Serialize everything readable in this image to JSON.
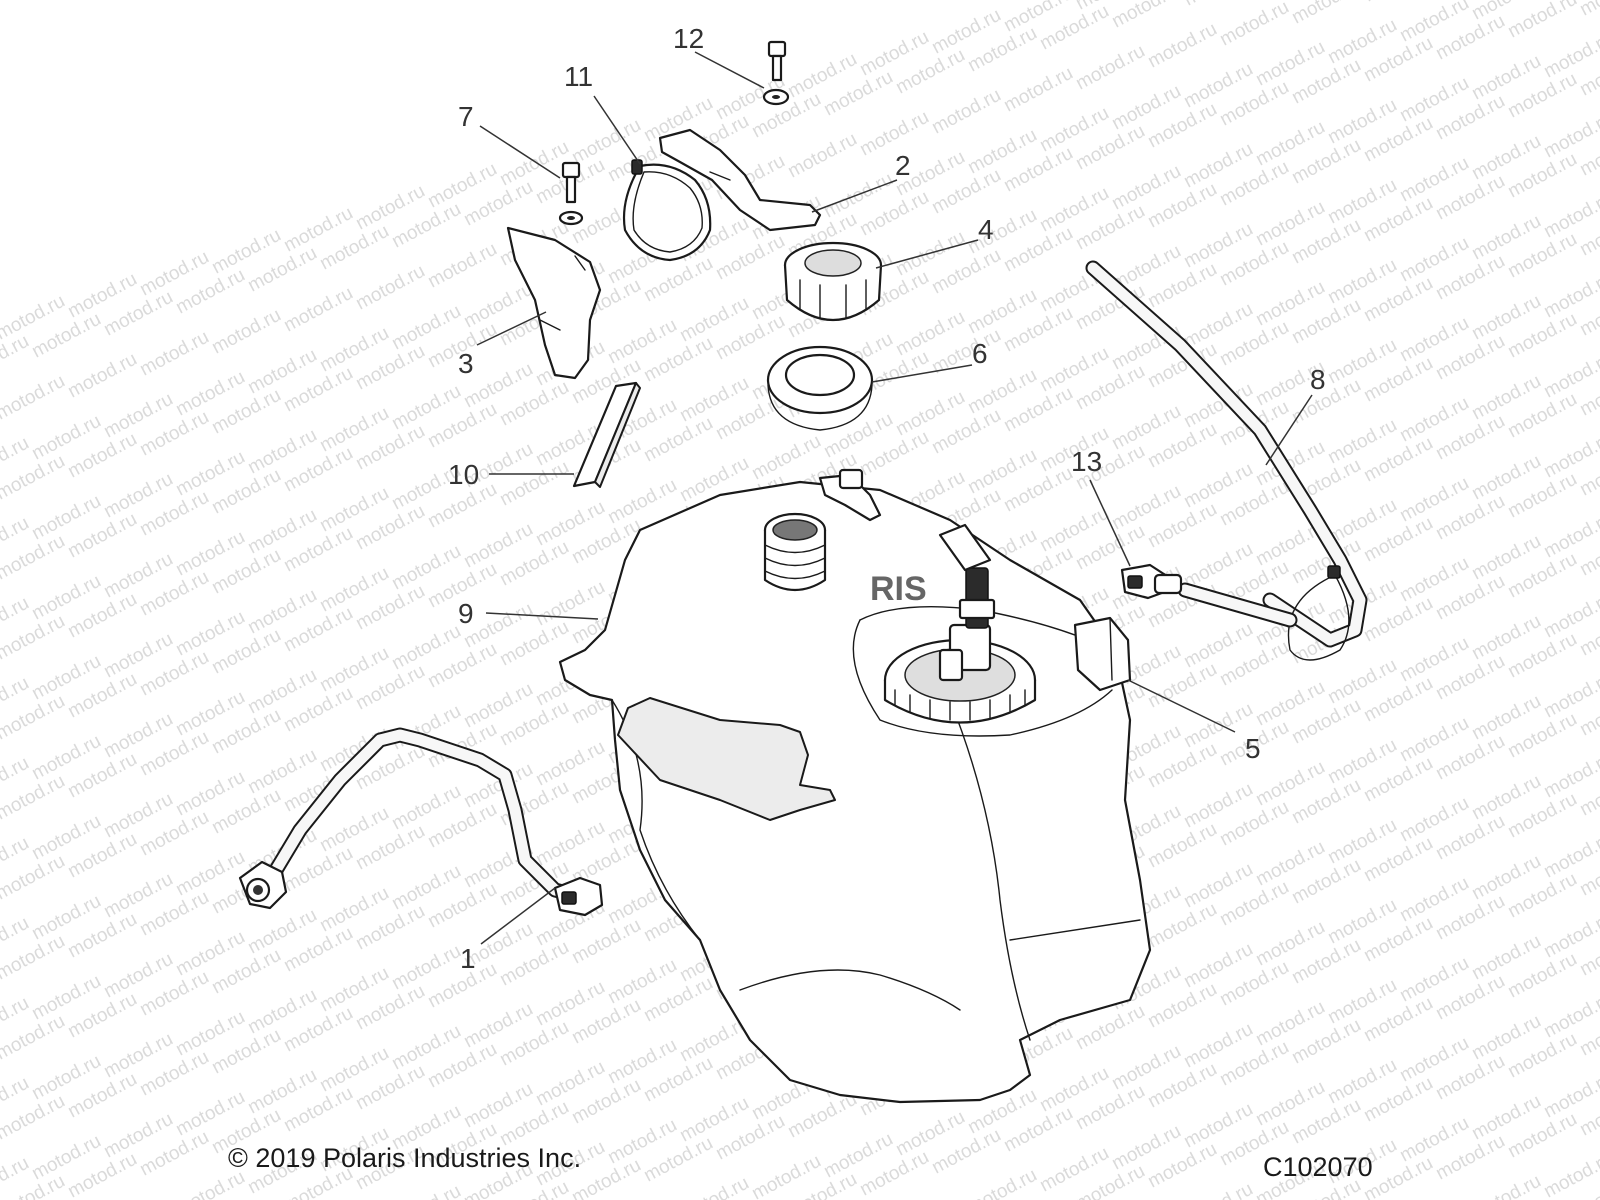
{
  "watermark": "motod.ru",
  "callouts": [
    "1",
    "2",
    "3",
    "4",
    "5",
    "6",
    "7",
    "8",
    "9",
    "10",
    "11",
    "12",
    "13"
  ],
  "logo_text": "RIS",
  "footer": {
    "copyright": "© 2019 Polaris Industries Inc.",
    "drawing_id": "C102070"
  }
}
